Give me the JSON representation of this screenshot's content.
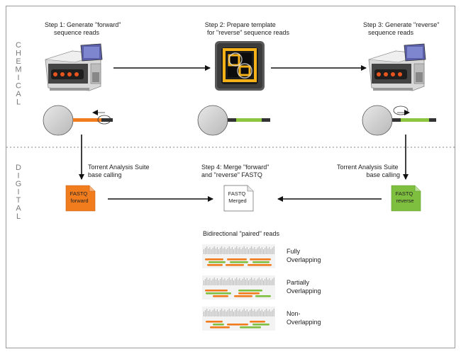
{
  "sections": {
    "chemical": "CHEMICAL",
    "digital": "DIGITAL"
  },
  "steps": {
    "step1": [
      "Step 1:  Generate \"forward\"",
      "sequence reads"
    ],
    "step2": [
      "Step 2:  Prepare template",
      "for \"reverse\" sequence reads"
    ],
    "step3": [
      "Step 3:  Generate \"reverse\"",
      "sequence reads"
    ],
    "step4": [
      "Step 4:  Merge \"forward\"",
      "and \"reverse\" FASTQ"
    ]
  },
  "analysis": {
    "left": [
      "Torrent Analysis Suite",
      "base calling"
    ],
    "right": [
      "Torrent Analysis Suite",
      "base calling"
    ]
  },
  "files": {
    "forward": [
      "FASTQ",
      "forward"
    ],
    "merged": [
      "FASTQ",
      "Merged"
    ],
    "reverse": [
      "FASTQ",
      "reverse"
    ]
  },
  "paired": {
    "title": "Bidirectional \"paired\" reads",
    "fully": [
      "Fully",
      "Overlapping"
    ],
    "partially": [
      "Partially",
      "Overlapping"
    ],
    "non": [
      "Non-",
      "Overlapping"
    ]
  },
  "colors": {
    "forward": "#f07c1e",
    "reverse": "#7fbf3f",
    "merged": "#ffffff",
    "frame": "#9a9a9a",
    "arrow": "#111111"
  },
  "icons": {
    "sequencer": "sequencer-machine-icon",
    "chip": "semiconductor-chip-icon",
    "bead": "template-bead-icon",
    "file": "fastq-file-icon"
  }
}
